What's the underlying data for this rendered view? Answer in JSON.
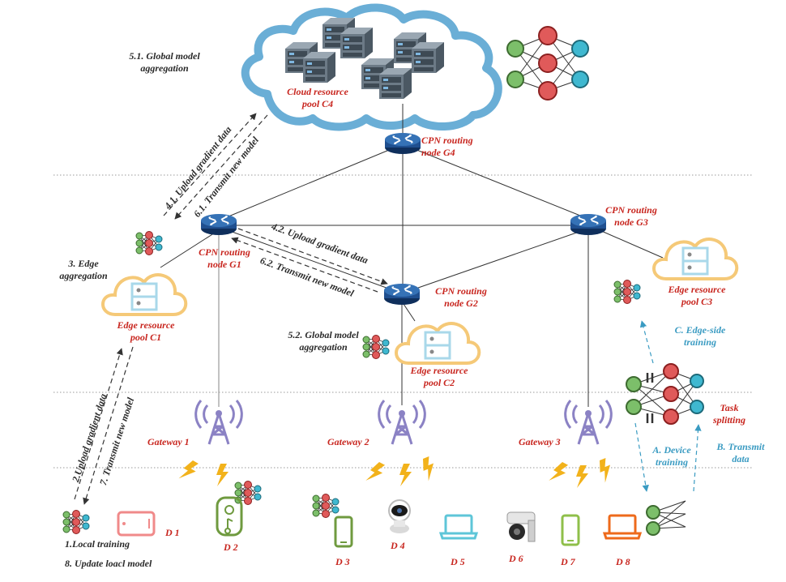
{
  "colors": {
    "red_label": "#c8261f",
    "dark_label": "#2a2a2a",
    "teal_label": "#3a9bc2",
    "cloud_blue": "#6aaed6",
    "edge_cloud_yellow": "#f5c978",
    "router_blue": "#1f4f8f",
    "nn_red": "#e05a5a",
    "nn_green": "#7cbf6a",
    "nn_cyan": "#3fb8d0",
    "gateway_purple": "#8b82c4",
    "lightning_yellow": "#f2b21b"
  },
  "cloud": {
    "pool_label": "Cloud resource\npool C4",
    "aggregation_label": "5.1. Global model\naggregation"
  },
  "routers": {
    "g4": "CPN routing\nnode G4",
    "g1": "CPN routing\nnode G1",
    "g2": "CPN routing\nnode G2",
    "g3": "CPN routing\nnode G3"
  },
  "edge_pools": {
    "c1": "Edge resource\npool C1",
    "c2": "Edge resource\npool C2",
    "c3": "Edge resource\npool C3"
  },
  "steps": {
    "edge_aggregation": "3. Edge\naggregation",
    "global_aggregation_g2": "5.2. Global model\naggregation",
    "upload_4_1": "4.1. Upload gradient data",
    "transmit_6_1": "6.1. Transmit new model",
    "upload_4_2": "4.2. Upload gradient data",
    "transmit_6_2": "6.2. Transmit new model",
    "upload_2": "2.Upload gradient data",
    "transmit_7": "7. Transmit new model",
    "local_training": "1.Local training",
    "update_local": "8. Update loacl model",
    "edge_side_training": "C. Edge-side\ntraining",
    "task_splitting": "Task\nsplitting",
    "device_training": "A. Device\ntraining",
    "transmit_data": "B. Transmit\ndata"
  },
  "gateways": [
    "Gateway 1",
    "Gateway 2",
    "Gateway 3"
  ],
  "devices": [
    "D 1",
    "D 2",
    "D 3",
    "D 4",
    "D 5",
    "D 6",
    "D 7",
    "D 8"
  ]
}
